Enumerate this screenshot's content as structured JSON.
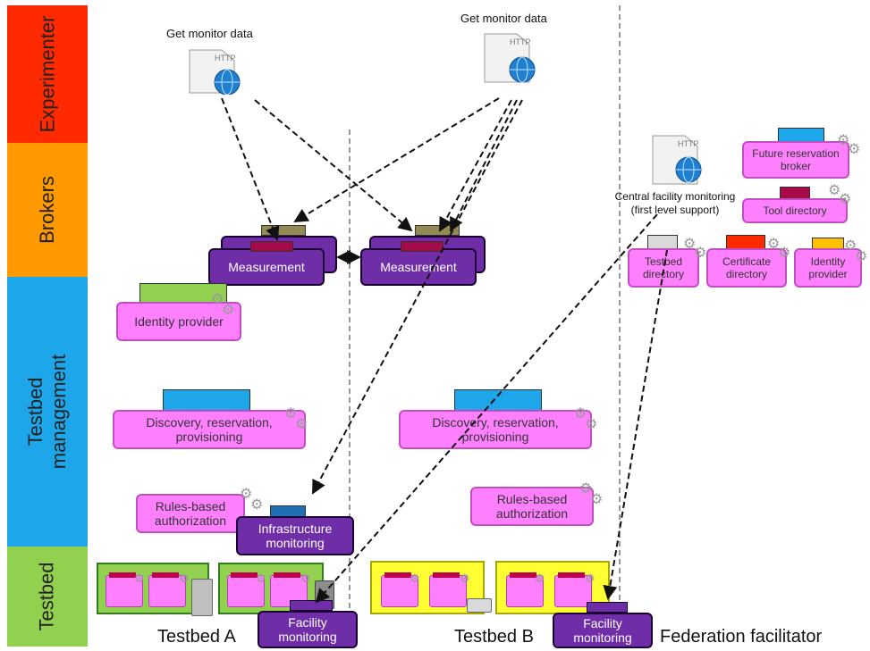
{
  "layers": {
    "experimenter": "Experimenter",
    "brokers": "Brokers",
    "testbed_management": "Testbed management",
    "testbed": "Testbed"
  },
  "layer_colors": {
    "experimenter": "#ff2a00",
    "brokers": "#ff9900",
    "testbed_management": "#1ea6ea",
    "testbed": "#92d050"
  },
  "http_labels": {
    "left": "Get monitor data",
    "right": "Get monitor data",
    "central": "Central facility monitoring (first level support)",
    "icon_text": "HTTP"
  },
  "measurement": {
    "a": "Measurement",
    "b": "Measurement"
  },
  "testbed_a": {
    "identity_provider": "Identity provider",
    "discovery": "Discovery, reservation, provisioning",
    "rules": "Rules-based authorization",
    "infra_monitoring": "Infrastructure monitoring",
    "facility_monitoring": "Facility monitoring",
    "name": "Testbed A"
  },
  "testbed_b": {
    "discovery": "Discovery, reservation, provisioning",
    "rules": "Rules-based authorization",
    "facility_monitoring": "Facility monitoring",
    "name": "Testbed B"
  },
  "federation": {
    "future_reservation_broker": "Future reservation broker",
    "tool_directory": "Tool directory",
    "testbed_directory": "Testbed directory",
    "certificate_directory": "Certificate directory",
    "identity_provider": "Identity provider",
    "name": "Federation facilitator"
  },
  "tab_colors": {
    "measurement": "#948a54",
    "identity": "#92d050",
    "discovery": "#1ea6ea",
    "infra": "#1f6fb5",
    "future": "#1ea6ea",
    "tool": "#a50a4a",
    "testbed_dir": "#d9d9d9",
    "certificate": "#ff2a00",
    "identity_fed": "#ffc000"
  }
}
